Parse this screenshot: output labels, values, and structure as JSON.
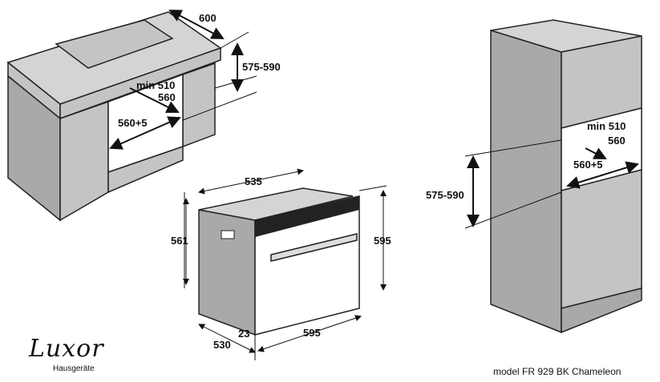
{
  "countertop_diagram": {
    "depth": "600",
    "height": "575-590",
    "min_depth": "min 510",
    "niche_depth": "560",
    "niche_width": "560+5"
  },
  "oven_diagram": {
    "top_depth": "535",
    "body_height": "561",
    "front_height": "595",
    "depth": "530",
    "front_thickness": "23",
    "front_width": "595"
  },
  "column_diagram": {
    "min_depth": "min 510",
    "niche_depth": "560",
    "niche_width": "560+5",
    "height": "575-590"
  },
  "brand": {
    "name": "Luxor",
    "subtitle": "Hausgeräte"
  },
  "model_label": "model FR 929 BK Chameleon"
}
